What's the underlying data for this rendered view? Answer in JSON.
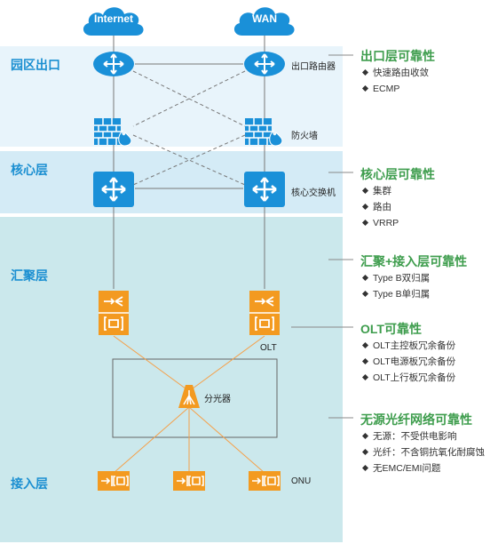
{
  "clouds": {
    "left": "Internet",
    "right": "WAN"
  },
  "zones": {
    "egress": "园区出口",
    "core": "核心层",
    "aggregation": "汇聚层",
    "access": "接入层"
  },
  "devices": {
    "egress_router": "出口路由器",
    "firewall": "防火墙",
    "core_switch": "核心交换机",
    "olt": "OLT",
    "splitter": "分光器",
    "onu": "ONU"
  },
  "panels": [
    {
      "title": "出口层可靠性",
      "items": [
        "快速路由收敛",
        "ECMP"
      ]
    },
    {
      "title": "核心层可靠性",
      "items": [
        "集群",
        "路由",
        "VRRP"
      ]
    },
    {
      "title": "汇聚+接入层可靠性",
      "items": [
        "Type B双归属",
        "Type B单归属"
      ]
    },
    {
      "title": "OLT可靠性",
      "items": [
        "OLT主控板冗余备份",
        "OLT电源板冗余备份",
        "OLT上行板冗余备份"
      ]
    },
    {
      "title": "无源光纤网络可靠性",
      "items": [
        "无源：不受供电影响",
        "光纤：不含铜抗氧化耐腐蚀",
        "无EMC/EMI问题"
      ]
    }
  ],
  "colors": {
    "zone_light": "#e6f3fa",
    "zone_mid": "#d5ecf5",
    "zone_teal": "#cde9ec",
    "device_blue": "#1a90d8",
    "olt_orange": "#f39a20",
    "fiber": "#f5a04a",
    "title_green": "#3e9d4d",
    "zone_text": "#1b8fd1"
  }
}
